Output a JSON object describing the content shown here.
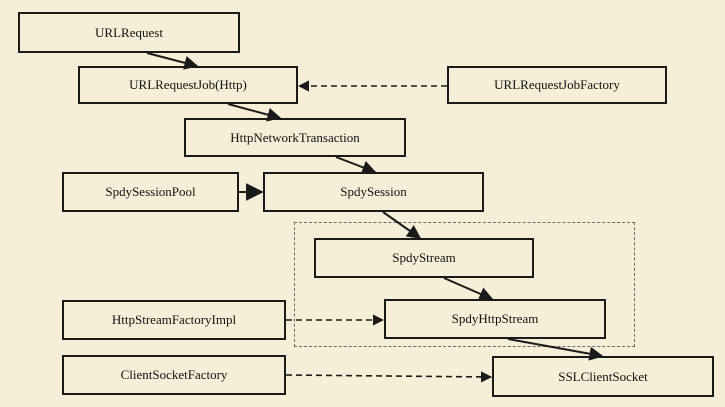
{
  "nodes": {
    "url_request": "URLRequest",
    "url_request_job": "URLRequestJob(Http)",
    "url_request_job_factory": "URLRequestJobFactory",
    "http_network_transaction": "HttpNetworkTransaction",
    "spdy_session_pool": "SpdySessionPool",
    "spdy_session": "SpdySession",
    "spdy_stream": "SpdyStream",
    "http_stream_factory_impl": "HttpStreamFactoryImpl",
    "spdy_http_stream": "SpdyHttpStream",
    "client_socket_factory": "ClientSocketFactory",
    "ssl_client_socket": "SSLClientSocket"
  },
  "edges": [
    {
      "from": "url_request",
      "to": "url_request_job",
      "style": "solid"
    },
    {
      "from": "url_request_job_factory",
      "to": "url_request_job",
      "style": "dashed"
    },
    {
      "from": "url_request_job",
      "to": "http_network_transaction",
      "style": "solid"
    },
    {
      "from": "http_network_transaction",
      "to": "spdy_session",
      "style": "solid"
    },
    {
      "from": "spdy_session_pool",
      "to": "spdy_session",
      "style": "solid"
    },
    {
      "from": "spdy_session",
      "to": "spdy_stream",
      "style": "solid"
    },
    {
      "from": "spdy_stream",
      "to": "spdy_http_stream",
      "style": "solid"
    },
    {
      "from": "http_stream_factory_impl",
      "to": "spdy_http_stream",
      "style": "dashed"
    },
    {
      "from": "spdy_http_stream",
      "to": "ssl_client_socket",
      "style": "solid"
    },
    {
      "from": "client_socket_factory",
      "to": "ssl_client_socket",
      "style": "dashed"
    }
  ],
  "colors": {
    "background": "#f7eed8",
    "line": "#1a1a1a",
    "group_border": "#6a6a6a"
  }
}
